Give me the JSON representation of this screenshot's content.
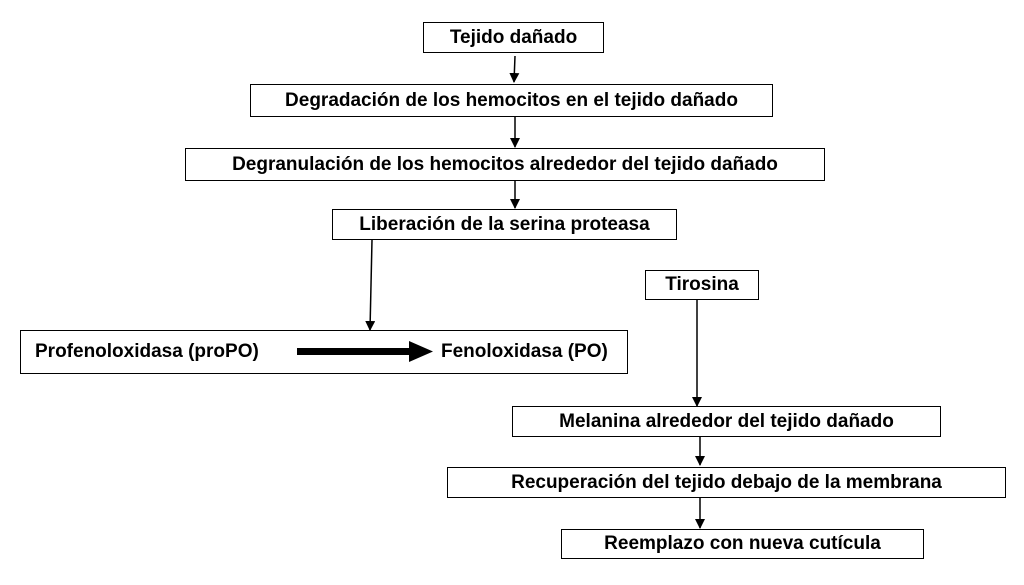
{
  "nodes": {
    "tejido_danado": "Tejido dañado",
    "degradacion": "Degradación de los hemocitos en el tejido dañado",
    "degranulacion": "Degranulación de los hemocitos alrededor del tejido dañado",
    "liberacion": "Liberación de la serina proteasa",
    "propo": "Profenoloxidasa (proPO)",
    "po": "Fenoloxidasa (PO)",
    "tirosina": "Tirosina",
    "melanina": "Melanina alrededor del tejido dañado",
    "recuperacion": "Recuperación del tejido debajo de la membrana",
    "reemplazo": "Reemplazo con nueva cutícula"
  },
  "colors": {
    "stroke": "#000000",
    "background": "#ffffff"
  }
}
